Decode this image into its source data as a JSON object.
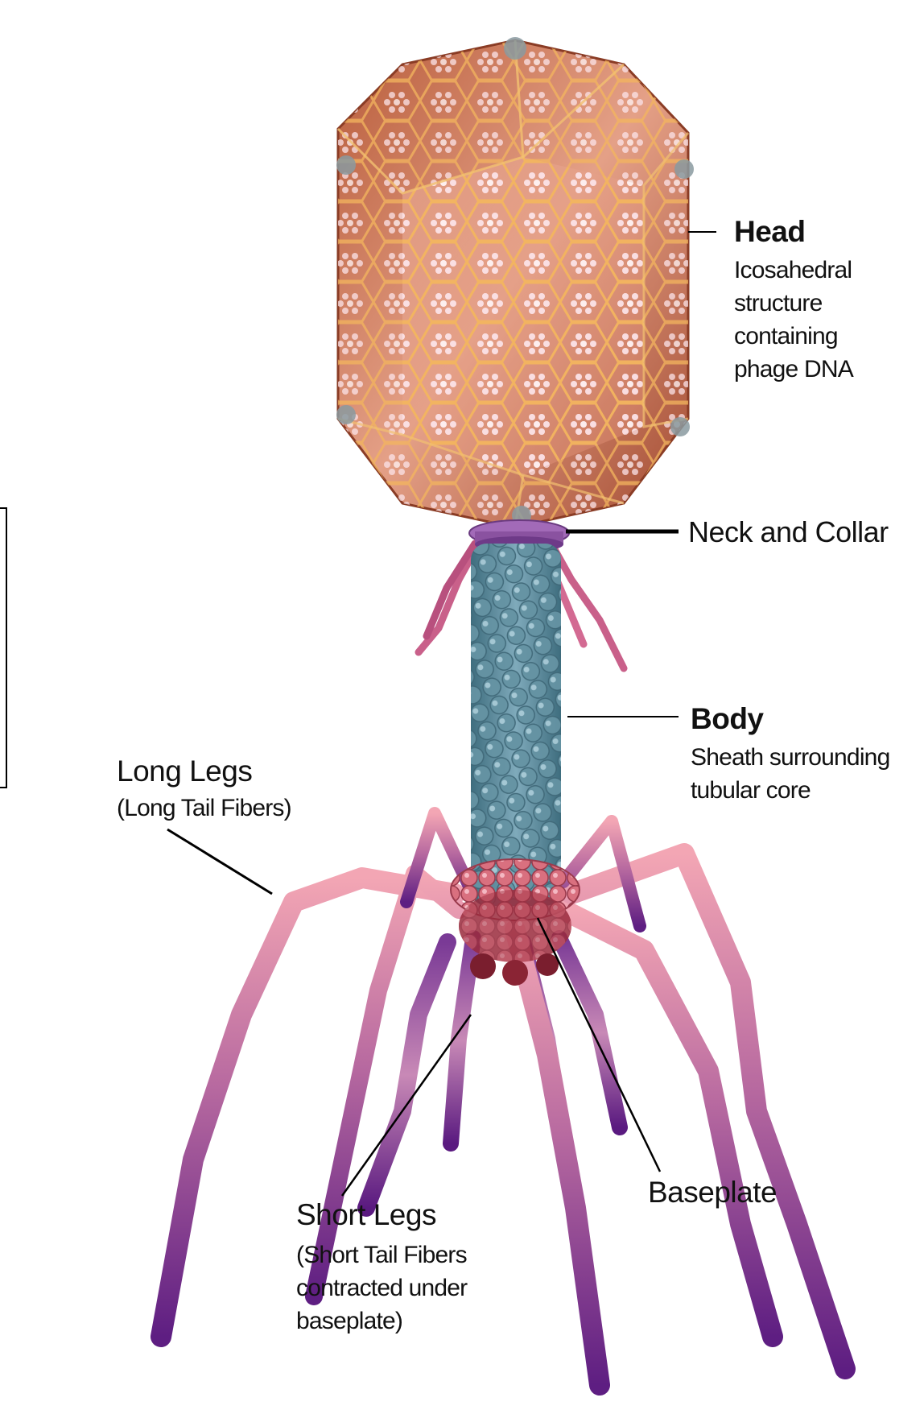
{
  "labels": {
    "head": {
      "title": "Head",
      "desc": [
        "Icosahedral",
        "structure",
        "containing",
        "phage DNA"
      ]
    },
    "neck": {
      "title": "Neck and Collar"
    },
    "body": {
      "title": "Body",
      "desc": [
        "Sheath surrounding",
        "tubular core"
      ]
    },
    "long_legs": {
      "title": "Long Legs",
      "desc": [
        "(Long Tail Fibers)"
      ]
    },
    "baseplate": {
      "title": "Baseplate"
    },
    "short_legs": {
      "title": "Short Legs",
      "desc": [
        "(Short Tail Fibers",
        "contracted under",
        "baseplate)"
      ]
    }
  },
  "colors": {
    "capsid_dark": "#a84a2e",
    "capsid_light": "#e89a7a",
    "capsid_edge": "#f0b060",
    "collar": "#9a5ab0",
    "sheath": "#5a8a9a",
    "baseplate": "#d06878",
    "fiber_purple": "#6a2a8a",
    "fiber_pink": "#f0a0b0",
    "leader_line": "#000000"
  }
}
